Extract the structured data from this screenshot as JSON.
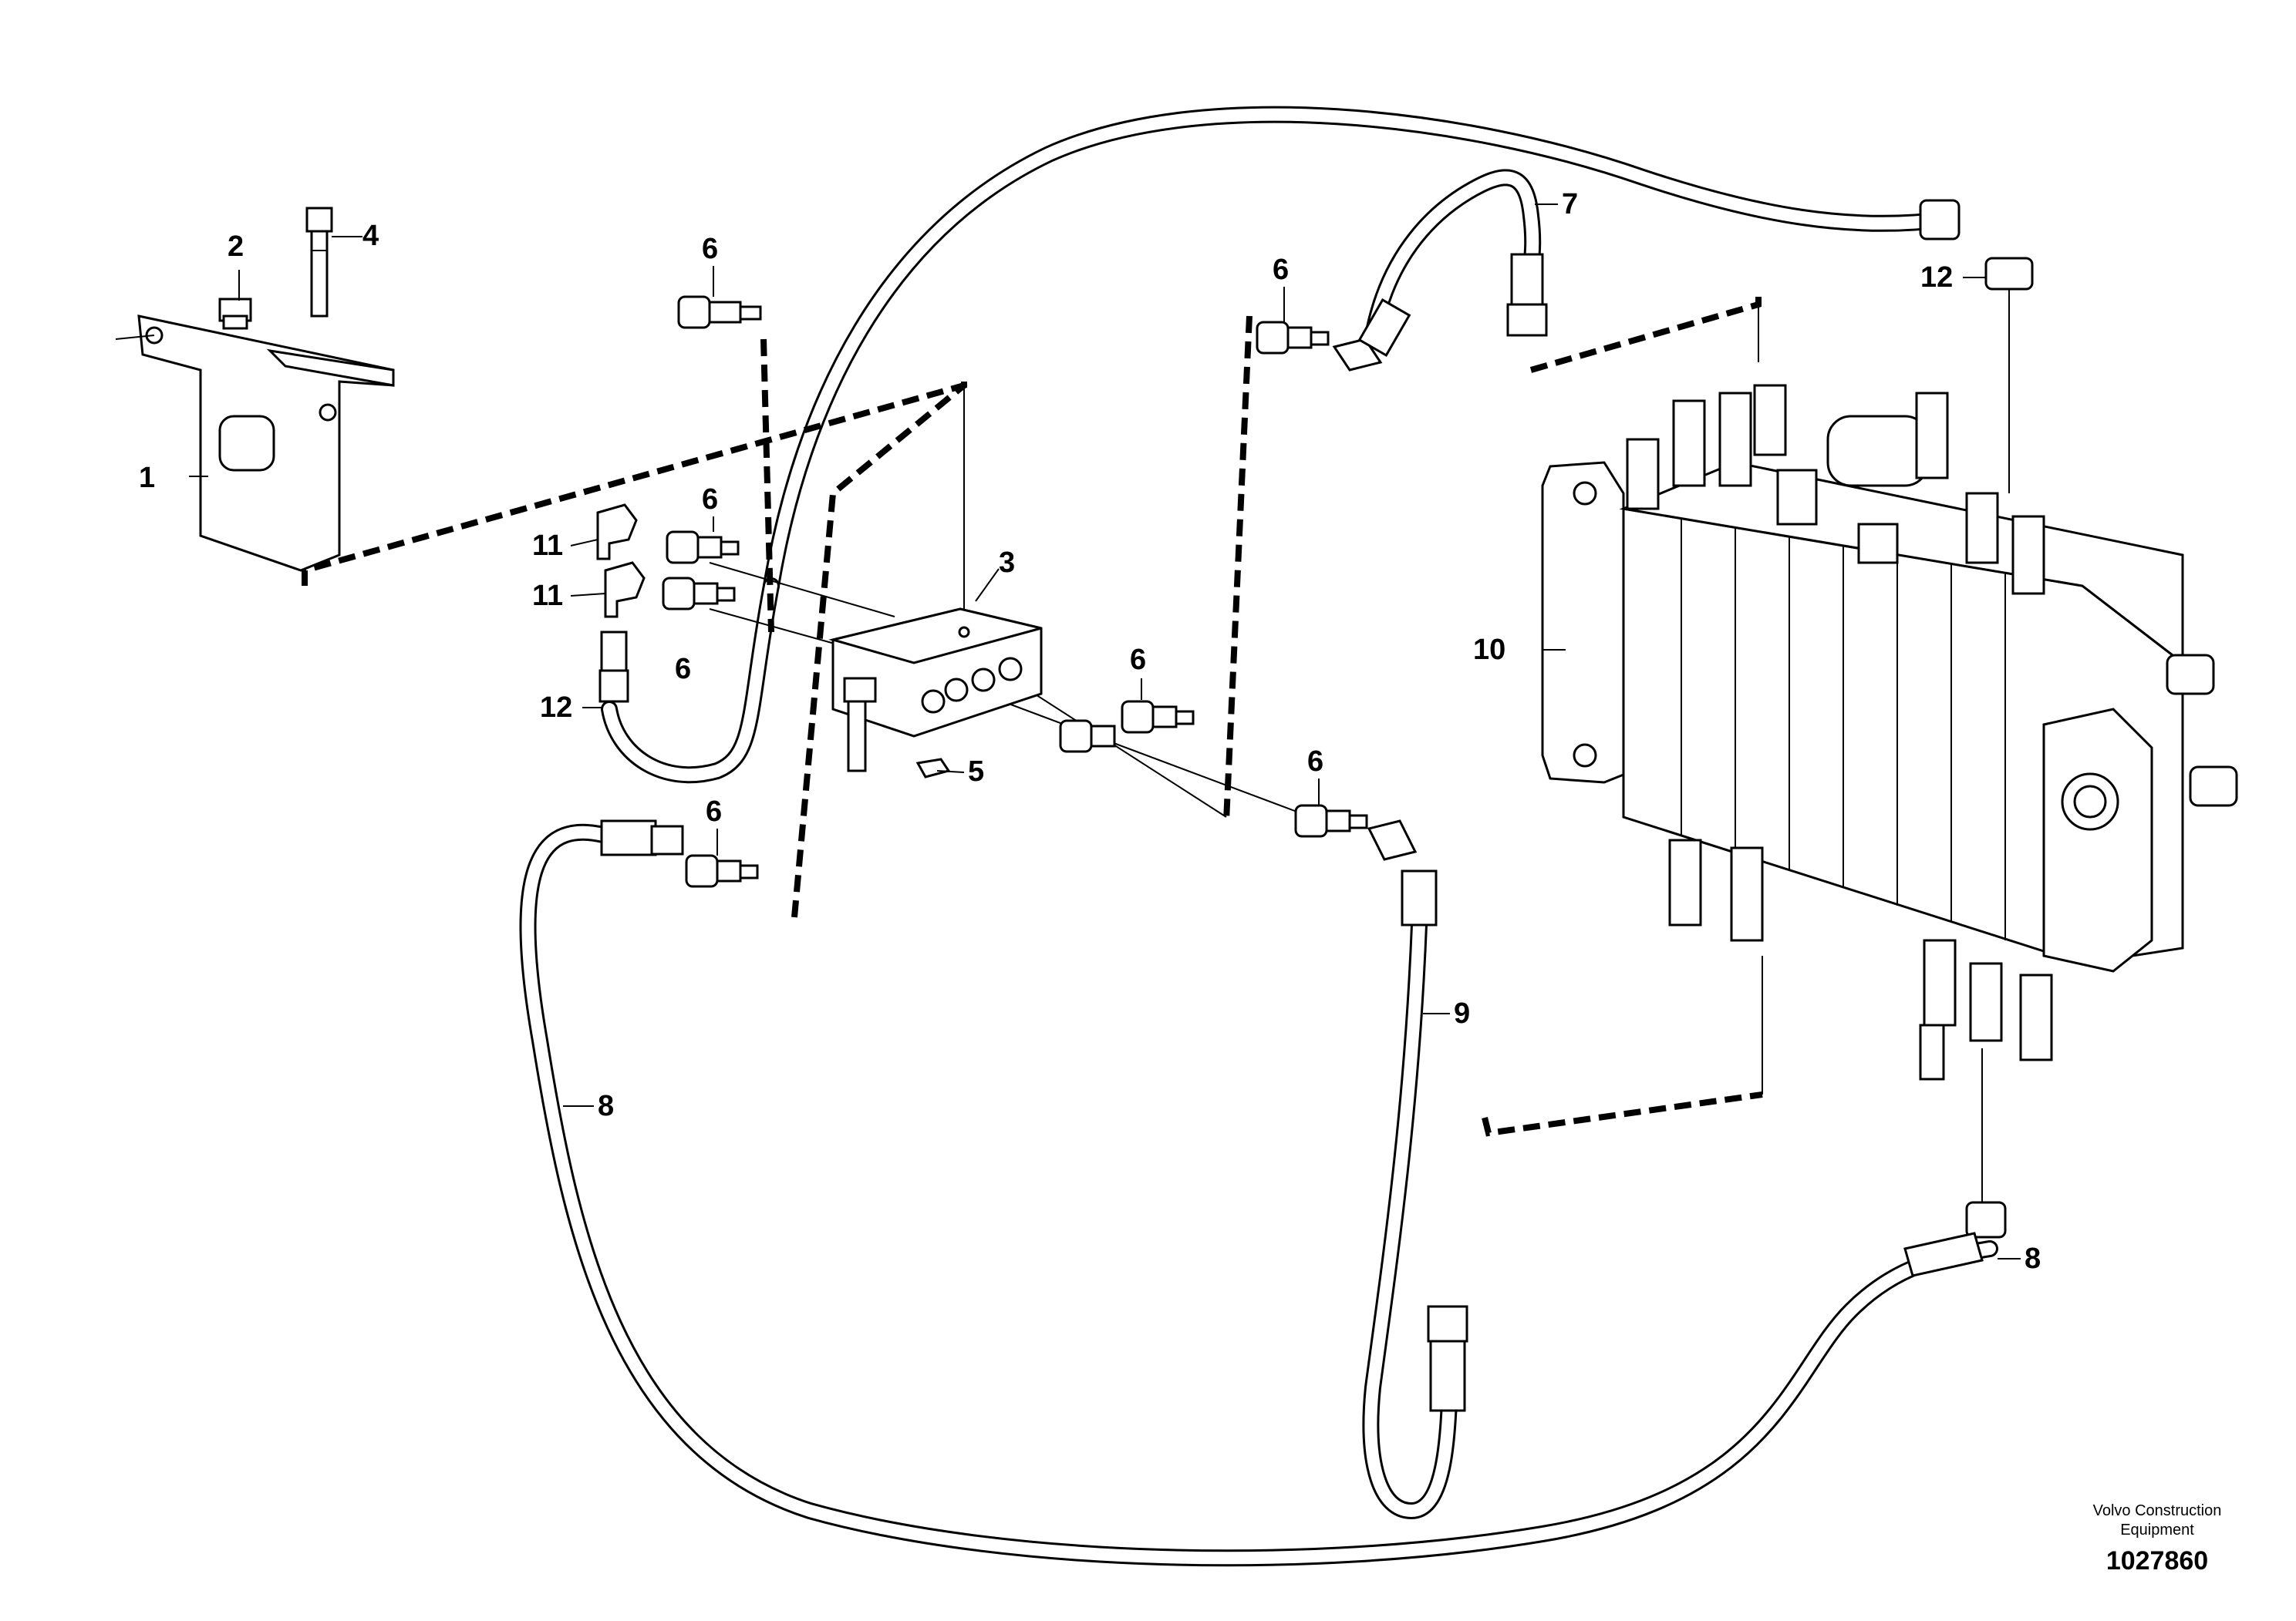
{
  "callouts": {
    "c1": "1",
    "c2": "2",
    "c3": "3",
    "c4": "4",
    "c5": "5",
    "c6a": "6",
    "c6b": "6",
    "c6c": "6",
    "c6d": "6",
    "c6e": "6",
    "c6f": "6",
    "c6g": "6",
    "c7": "7",
    "c8a": "8",
    "c8b": "8",
    "c9": "9",
    "c10": "10",
    "c11a": "11",
    "c11b": "11",
    "c12a": "12",
    "c12b": "12"
  },
  "brand": {
    "line1": "Volvo Construction",
    "line2": "Equipment"
  },
  "document_number": "1027860"
}
